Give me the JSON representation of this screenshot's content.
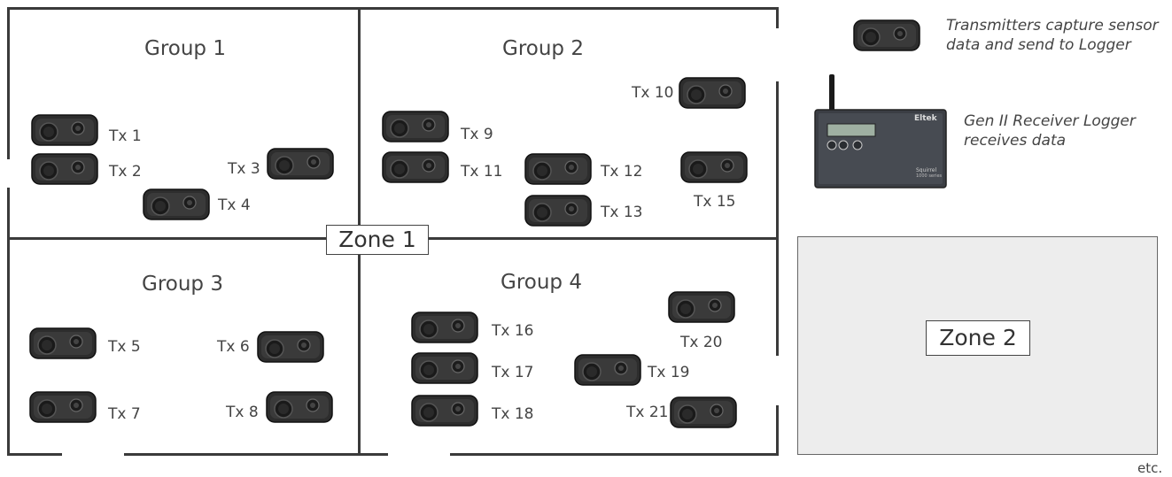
{
  "zones": {
    "zone1": "Zone 1",
    "zone2": "Zone 2"
  },
  "groups": [
    "Group 1",
    "Group 2",
    "Group 3",
    "Group 4"
  ],
  "transmitters": [
    "Tx 1",
    "Tx 2",
    "Tx 3",
    "Tx 4",
    "Tx 5",
    "Tx 6",
    "Tx 7",
    "Tx 8",
    "Tx 9",
    "Tx 10",
    "Tx 11",
    "Tx 12",
    "Tx 13",
    "Tx 15",
    "Tx 16",
    "Tx 17",
    "Tx 18",
    "Tx 19",
    "Tx 20",
    "Tx 21"
  ],
  "legend": {
    "transmitter_line1": "Transmitters capture sensor",
    "transmitter_line2": "data and send to Logger",
    "logger_line1": "Gen II Receiver Logger",
    "logger_line2": "receives data",
    "logger_brand": "Eltek",
    "logger_model": "Squirrel",
    "logger_series": "1000 series"
  },
  "footer": {
    "etc": "etc."
  }
}
